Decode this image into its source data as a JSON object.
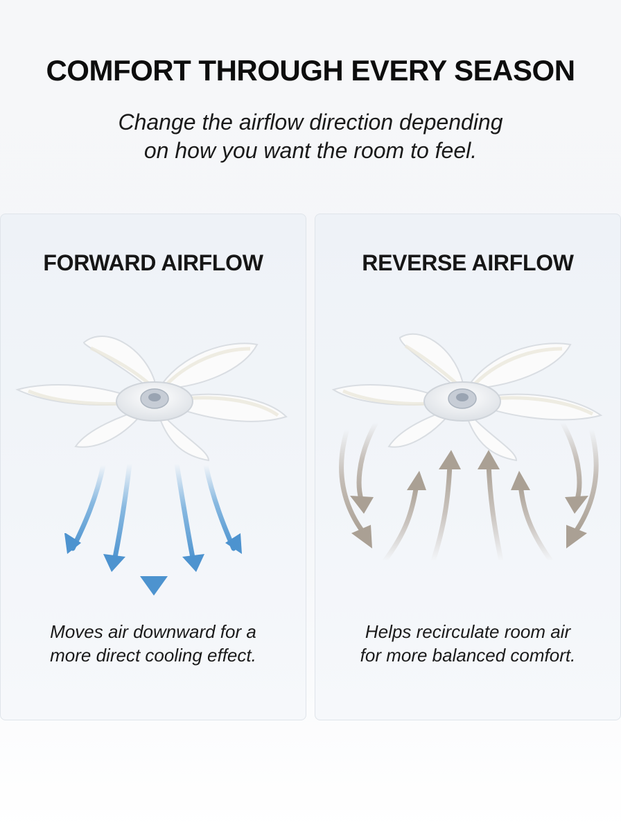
{
  "header": {
    "title": "COMFORT THROUGH EVERY SEASON",
    "subtitle_line1": "Change the airflow direction depending",
    "subtitle_line2": "on how you want the room to feel."
  },
  "panels": [
    {
      "title": "FORWARD AIRFLOW",
      "caption_line1": "Moves air downward for a",
      "caption_line2": "more direct cooling effect.",
      "arrow_direction": "down",
      "arrow_color": "#5b9fd6"
    },
    {
      "title": "REVERSE AIRFLOW",
      "caption_line1": "Helps recirculate room air",
      "caption_line2": "for more balanced comfort.",
      "arrow_direction": "up-and-around",
      "arrow_color": "#b7ada3"
    }
  ]
}
